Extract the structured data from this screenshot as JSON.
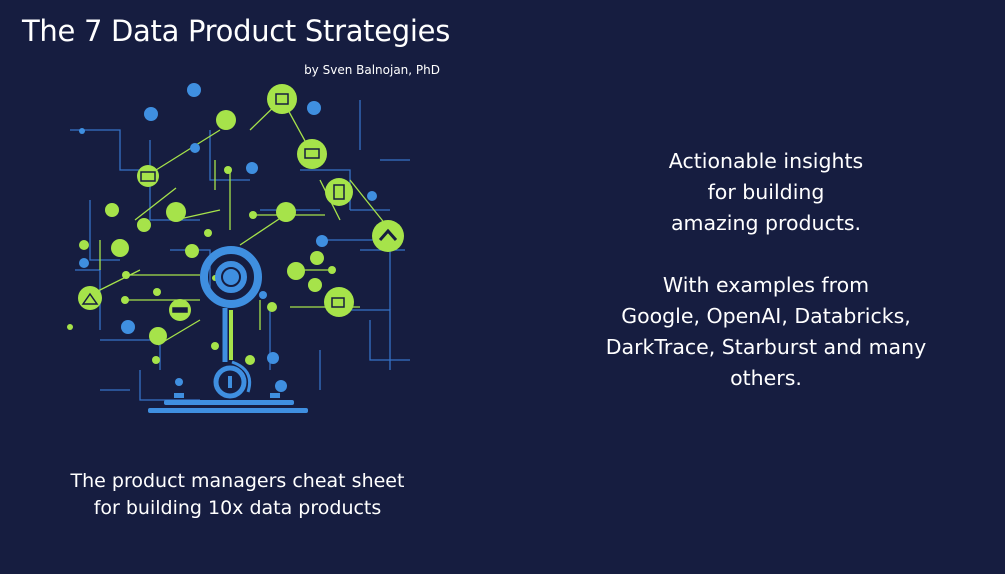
{
  "header": {
    "title": "The 7 Data Product Strategies",
    "author": "by Sven Balnojan, PhD"
  },
  "subtitle": {
    "line1": "The product managers cheat sheet",
    "line2": "for building 10x data products"
  },
  "pitch": {
    "lines_a": [
      "Actionable insights",
      "for building",
      "amazing products."
    ],
    "lines_b": [
      "With examples from",
      "Google, OpenAI, Databricks,",
      "DarkTrace, Starburst and many",
      "others."
    ]
  },
  "colors": {
    "background": "#161d40",
    "green": "#a6e34a",
    "blue": "#3f8fe0",
    "text": "#ffffff"
  },
  "illustration": {
    "icon": "data-network-tree-icon"
  }
}
